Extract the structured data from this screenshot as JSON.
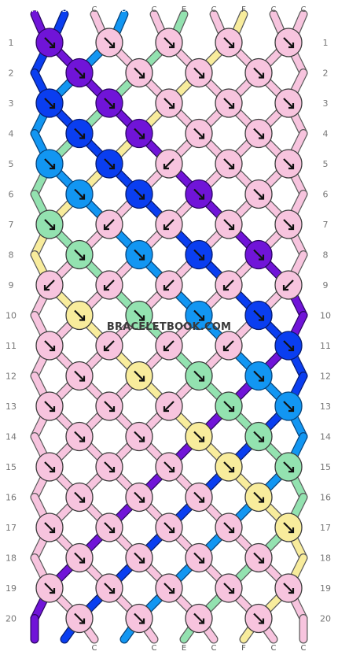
{
  "watermark": "BRACELETBOOK.COM",
  "strings": [
    {
      "letter": "A",
      "color": "#7014d8"
    },
    {
      "letter": "B",
      "color": "#0a3ef0"
    },
    {
      "letter": "C",
      "color": "#f7c4de"
    },
    {
      "letter": "D",
      "color": "#1296f2"
    },
    {
      "letter": "C",
      "color": "#f7c4de"
    },
    {
      "letter": "E",
      "color": "#93e2b0"
    },
    {
      "letter": "C",
      "color": "#f7c4de"
    },
    {
      "letter": "F",
      "color": "#f8ec9c"
    },
    {
      "letter": "C",
      "color": "#f7c4de"
    },
    {
      "letter": "C",
      "color": "#f7c4de"
    }
  ],
  "rows": [
    {
      "label": "1",
      "knots": [
        {
          "c": "A",
          "d": "R"
        },
        {
          "c": "C",
          "d": "R"
        },
        {
          "c": "C",
          "d": "R"
        },
        {
          "c": "C",
          "d": "R"
        },
        {
          "c": "C",
          "d": "R"
        }
      ]
    },
    {
      "label": "2",
      "knots": [
        {
          "c": "A",
          "d": "R"
        },
        {
          "c": "C",
          "d": "R"
        },
        {
          "c": "C",
          "d": "R"
        },
        {
          "c": "C",
          "d": "R"
        }
      ]
    },
    {
      "label": "3",
      "knots": [
        {
          "c": "B",
          "d": "R"
        },
        {
          "c": "A",
          "d": "R"
        },
        {
          "c": "C",
          "d": "R"
        },
        {
          "c": "C",
          "d": "R"
        },
        {
          "c": "C",
          "d": "R"
        }
      ]
    },
    {
      "label": "4",
      "knots": [
        {
          "c": "B",
          "d": "R"
        },
        {
          "c": "A",
          "d": "R"
        },
        {
          "c": "C",
          "d": "R"
        },
        {
          "c": "C",
          "d": "R"
        }
      ]
    },
    {
      "label": "5",
      "knots": [
        {
          "c": "D",
          "d": "R"
        },
        {
          "c": "B",
          "d": "R"
        },
        {
          "c": "C",
          "d": "L"
        },
        {
          "c": "C",
          "d": "R"
        },
        {
          "c": "C",
          "d": "R"
        }
      ]
    },
    {
      "label": "6",
      "knots": [
        {
          "c": "D",
          "d": "R"
        },
        {
          "c": "B",
          "d": "R"
        },
        {
          "c": "A",
          "d": "R"
        },
        {
          "c": "C",
          "d": "R"
        }
      ]
    },
    {
      "label": "7",
      "knots": [
        {
          "c": "E",
          "d": "R"
        },
        {
          "c": "C",
          "d": "L"
        },
        {
          "c": "C",
          "d": "L"
        },
        {
          "c": "C",
          "d": "R"
        },
        {
          "c": "C",
          "d": "R"
        }
      ]
    },
    {
      "label": "8",
      "knots": [
        {
          "c": "E",
          "d": "R"
        },
        {
          "c": "D",
          "d": "R"
        },
        {
          "c": "B",
          "d": "R"
        },
        {
          "c": "A",
          "d": "R"
        }
      ]
    },
    {
      "label": "9",
      "knots": [
        {
          "c": "C",
          "d": "L"
        },
        {
          "c": "C",
          "d": "L"
        },
        {
          "c": "C",
          "d": "L"
        },
        {
          "c": "C",
          "d": "L"
        },
        {
          "c": "C",
          "d": "L"
        }
      ]
    },
    {
      "label": "10",
      "knots": [
        {
          "c": "F",
          "d": "R"
        },
        {
          "c": "E",
          "d": "R"
        },
        {
          "c": "D",
          "d": "R"
        },
        {
          "c": "B",
          "d": "R"
        }
      ]
    },
    {
      "label": "11",
      "knots": [
        {
          "c": "C",
          "d": "R"
        },
        {
          "c": "C",
          "d": "L"
        },
        {
          "c": "C",
          "d": "L"
        },
        {
          "c": "C",
          "d": "L"
        },
        {
          "c": "B",
          "d": "R"
        }
      ]
    },
    {
      "label": "12",
      "knots": [
        {
          "c": "C",
          "d": "R"
        },
        {
          "c": "F",
          "d": "R"
        },
        {
          "c": "E",
          "d": "R"
        },
        {
          "c": "D",
          "d": "R"
        }
      ]
    },
    {
      "label": "13",
      "knots": [
        {
          "c": "C",
          "d": "R"
        },
        {
          "c": "C",
          "d": "R"
        },
        {
          "c": "C",
          "d": "L"
        },
        {
          "c": "E",
          "d": "R"
        },
        {
          "c": "D",
          "d": "R"
        }
      ]
    },
    {
      "label": "14",
      "knots": [
        {
          "c": "C",
          "d": "R"
        },
        {
          "c": "C",
          "d": "R"
        },
        {
          "c": "F",
          "d": "R"
        },
        {
          "c": "E",
          "d": "R"
        }
      ]
    },
    {
      "label": "15",
      "knots": [
        {
          "c": "C",
          "d": "R"
        },
        {
          "c": "C",
          "d": "R"
        },
        {
          "c": "C",
          "d": "R"
        },
        {
          "c": "F",
          "d": "R"
        },
        {
          "c": "E",
          "d": "R"
        }
      ]
    },
    {
      "label": "16",
      "knots": [
        {
          "c": "C",
          "d": "R"
        },
        {
          "c": "C",
          "d": "R"
        },
        {
          "c": "C",
          "d": "R"
        },
        {
          "c": "F",
          "d": "R"
        }
      ]
    },
    {
      "label": "17",
      "knots": [
        {
          "c": "C",
          "d": "R"
        },
        {
          "c": "C",
          "d": "R"
        },
        {
          "c": "C",
          "d": "R"
        },
        {
          "c": "C",
          "d": "R"
        },
        {
          "c": "F",
          "d": "R"
        }
      ]
    },
    {
      "label": "18",
      "knots": [
        {
          "c": "C",
          "d": "R"
        },
        {
          "c": "C",
          "d": "R"
        },
        {
          "c": "C",
          "d": "R"
        },
        {
          "c": "C",
          "d": "R"
        }
      ]
    },
    {
      "label": "19",
      "knots": [
        {
          "c": "C",
          "d": "R"
        },
        {
          "c": "C",
          "d": "R"
        },
        {
          "c": "C",
          "d": "R"
        },
        {
          "c": "C",
          "d": "R"
        },
        {
          "c": "C",
          "d": "R"
        }
      ]
    },
    {
      "label": "20",
      "knots": [
        {
          "c": "C",
          "d": "R"
        },
        {
          "c": "C",
          "d": "R"
        },
        {
          "c": "C",
          "d": "R"
        },
        {
          "c": "C",
          "d": "R"
        }
      ]
    }
  ]
}
